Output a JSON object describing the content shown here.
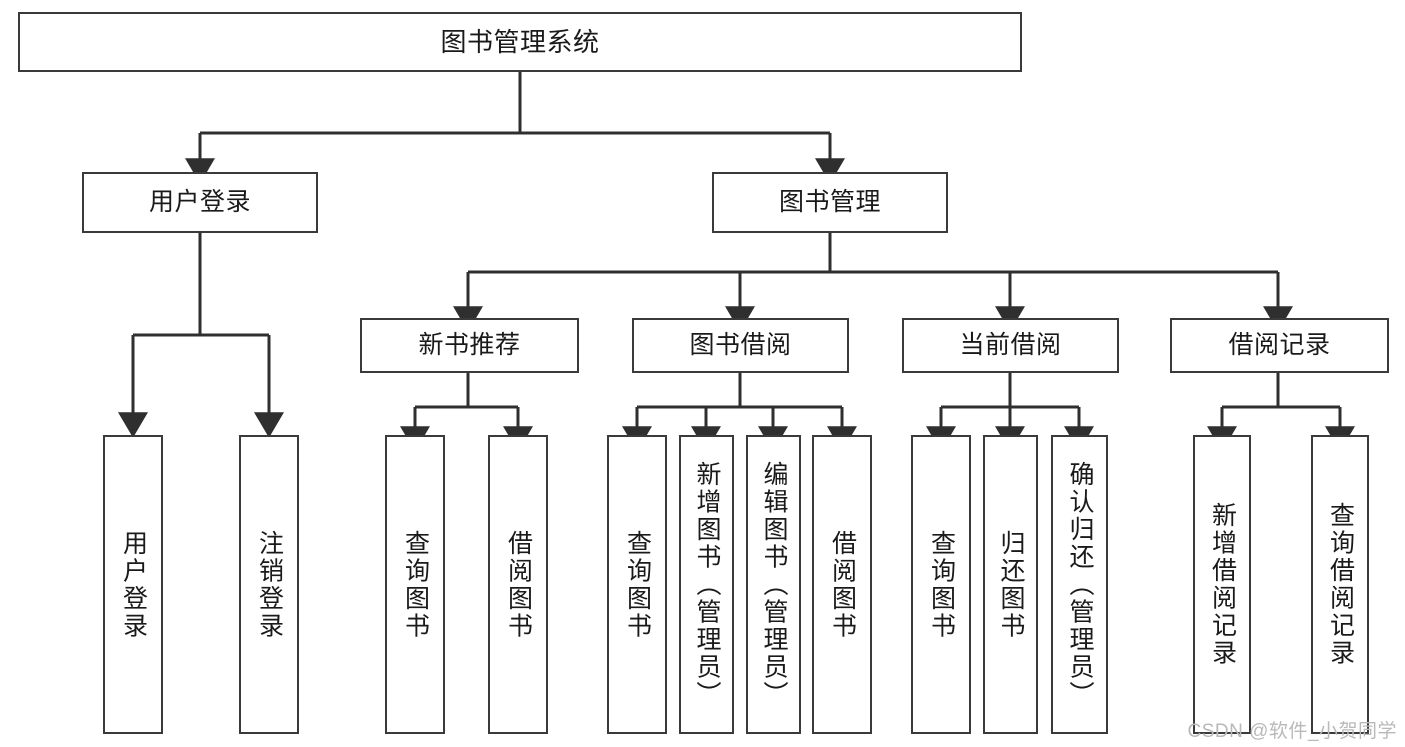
{
  "diagram": {
    "type": "tree",
    "title": "图书管理系统",
    "root": {
      "id": "root",
      "label": "图书管理系统"
    },
    "level1": [
      {
        "id": "user-login",
        "label": "用户登录"
      },
      {
        "id": "book-manage",
        "label": "图书管理"
      }
    ],
    "level2": [
      {
        "id": "new-book-rec",
        "label": "新书推荐",
        "parent": "book-manage"
      },
      {
        "id": "book-borrow",
        "label": "图书借阅",
        "parent": "book-manage"
      },
      {
        "id": "current-borrow",
        "label": "当前借阅",
        "parent": "book-manage"
      },
      {
        "id": "borrow-record",
        "label": "借阅记录",
        "parent": "book-manage"
      }
    ],
    "leaves": [
      {
        "id": "leaf-user-login",
        "label": "用户登录",
        "parent": "user-login"
      },
      {
        "id": "leaf-logout-login",
        "label": "注销登录",
        "parent": "user-login"
      },
      {
        "id": "leaf-query-book-1",
        "label": "查询图书",
        "parent": "new-book-rec"
      },
      {
        "id": "leaf-borrow-book-1",
        "label": "借阅图书",
        "parent": "new-book-rec"
      },
      {
        "id": "leaf-query-book-2",
        "label": "查询图书",
        "parent": "book-borrow"
      },
      {
        "id": "leaf-add-book",
        "label": "新增图书（管理员）",
        "parent": "book-borrow"
      },
      {
        "id": "leaf-edit-book",
        "label": "编辑图书（管理员）",
        "parent": "book-borrow"
      },
      {
        "id": "leaf-borrow-book-2",
        "label": "借阅图书",
        "parent": "book-borrow"
      },
      {
        "id": "leaf-query-book-3",
        "label": "查询图书",
        "parent": "current-borrow"
      },
      {
        "id": "leaf-return-book",
        "label": "归还图书",
        "parent": "current-borrow"
      },
      {
        "id": "leaf-confirm-return",
        "label": "确认归还（管理员）",
        "parent": "current-borrow"
      },
      {
        "id": "leaf-add-record",
        "label": "新增借阅记录",
        "parent": "borrow-record"
      },
      {
        "id": "leaf-query-record",
        "label": "查询借阅记录",
        "parent": "borrow-record"
      }
    ],
    "colors": {
      "stroke": "#3a3a3a",
      "fill": "#ffffff",
      "text": "#1a1a1a",
      "watermark": "#b9b9b9"
    }
  },
  "watermark": {
    "text": "CSDN @软件_小贺同学"
  }
}
